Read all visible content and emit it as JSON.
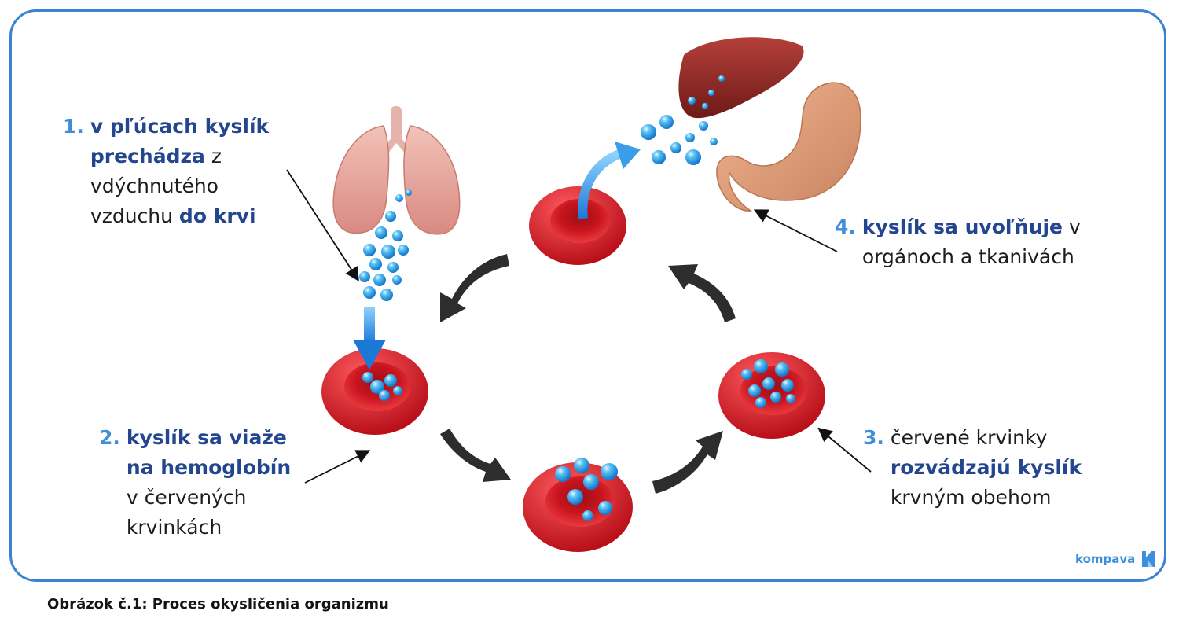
{
  "steps": [
    {
      "num": "1.",
      "lines": [
        [
          {
            "t": "v pľúcach kyslík",
            "b": true
          }
        ],
        [
          {
            "t": "prechádza",
            "b": true
          },
          {
            "t": " z",
            "b": false
          }
        ],
        [
          {
            "t": "vdýchnutého",
            "b": false
          }
        ],
        [
          {
            "t": "vzduchu ",
            "b": false
          },
          {
            "t": "do krvi",
            "b": true
          }
        ]
      ]
    },
    {
      "num": "2.",
      "lines": [
        [
          {
            "t": "kyslík sa viaže",
            "b": true
          }
        ],
        [
          {
            "t": "na hemoglobín",
            "b": true
          }
        ],
        [
          {
            "t": "v červených",
            "b": false
          }
        ],
        [
          {
            "t": "krvinkách",
            "b": false
          }
        ]
      ]
    },
    {
      "num": "3.",
      "lines": [
        [
          {
            "t": "červené krvinky",
            "b": false
          }
        ],
        [
          {
            "t": "rozvádzajú kyslík",
            "b": true
          }
        ],
        [
          {
            "t": "krvným obehom",
            "b": false
          }
        ]
      ]
    },
    {
      "num": "4.",
      "lines": [
        [
          {
            "t": "kyslík sa uvoľňuje",
            "b": true
          },
          {
            "t": " v",
            "b": false
          }
        ],
        [
          {
            "t": "orgánoch a tkanivách",
            "b": false
          }
        ]
      ]
    }
  ],
  "caption": "Obrázok č.1: Proces okysličenia organizmu",
  "logo": {
    "text": "kompava"
  },
  "colors": {
    "border": "#3b82d0",
    "step_number": "#3f8ed8",
    "bold_text": "#23468f",
    "blood_cell": "#d81f26",
    "oxygen": "#2c9be8",
    "arrow": "#2d2d2d"
  },
  "icons": [
    "lungs-icon",
    "liver-icon",
    "stomach-icon",
    "red-blood-cell-icon",
    "oxygen-bubble-icon",
    "cycle-arrow-icon",
    "leader-line-icon"
  ]
}
